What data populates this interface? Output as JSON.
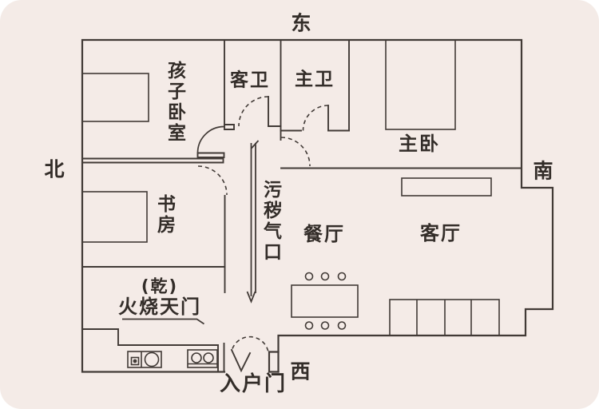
{
  "title": "apartment floor plan with feng shui annotations",
  "colors": {
    "canvas": "#f4ebe7",
    "page": "#ffffff",
    "line": "#413a36",
    "ink": "#332d29"
  },
  "compass": {
    "east": "东",
    "north": "北",
    "south": "南",
    "west": "西"
  },
  "rooms": {
    "children_bedroom": "孩子卧室",
    "guest_bathroom": "客卫",
    "master_bathroom": "主卫",
    "master_bedroom": "主卧",
    "study": "书房",
    "dining_room": "餐厅",
    "living_room": "客厅"
  },
  "annotations": {
    "vent": "污秽气口",
    "qian_trigram": "(乾)",
    "fire_gate": "火烧天门",
    "entry_door": "入户门"
  }
}
